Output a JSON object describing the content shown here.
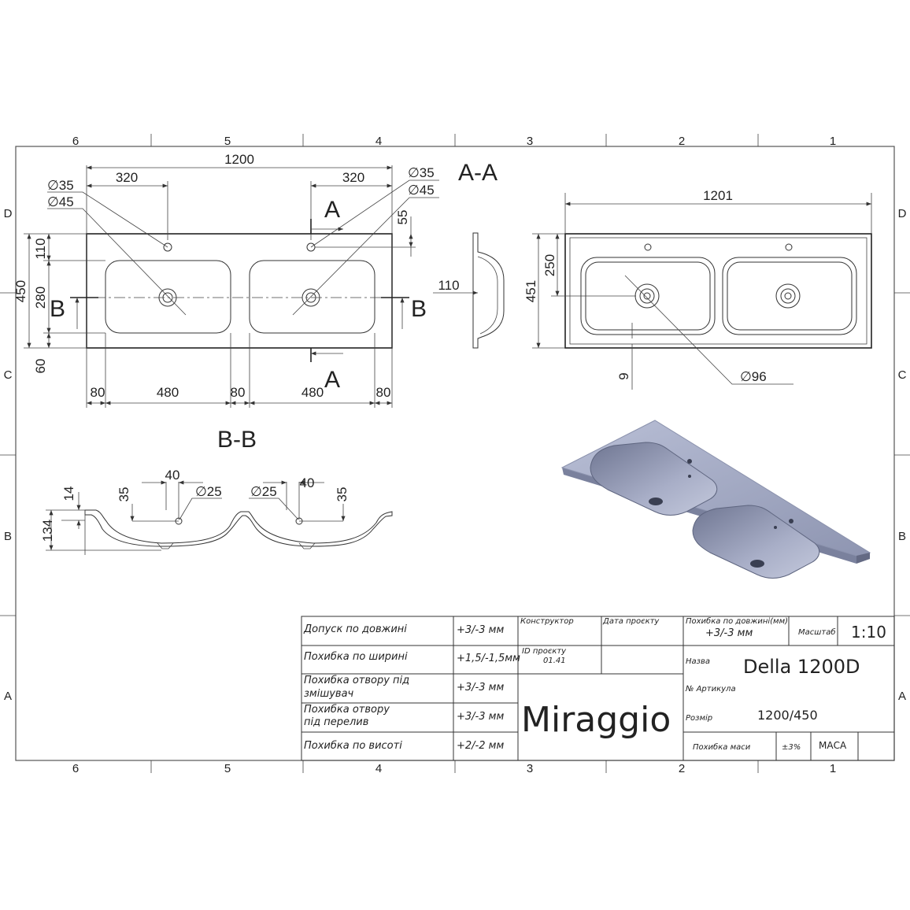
{
  "zones": {
    "columns": [
      "6",
      "5",
      "4",
      "3",
      "2",
      "1"
    ],
    "rows": [
      "D",
      "C",
      "B",
      "A"
    ]
  },
  "views": {
    "top": {
      "dimensions": {
        "overall_width": "1200",
        "left_offset": "320",
        "right_offset": "320",
        "hole_small_left": "∅35",
        "hole_large_left": "∅45",
        "hole_small_right": "∅35",
        "hole_large_right": "∅45",
        "overflow_offset": "55",
        "top_margin": "110",
        "depth": "450",
        "bowl_depth": "280",
        "bottom_margin": "60",
        "edge_left": "80",
        "bowl_left": "480",
        "middle": "80",
        "bowl_right": "480",
        "edge_right": "80"
      },
      "section_marks": {
        "aa_title": "A-A",
        "a_top": "A",
        "a_bottom": "A",
        "b_left": "B",
        "b_right": "B"
      }
    },
    "side": {
      "height": "110"
    },
    "bottom": {
      "width": "1201",
      "depth": "451",
      "bowl_offset": "250",
      "drain": "∅96",
      "rim": "9"
    },
    "section_bb": {
      "title": "B-B",
      "left_spacing": "40",
      "left_hole": "∅25",
      "right_hole": "∅25",
      "right_spacing": "40",
      "thickness": "14",
      "depth_left": "35",
      "depth_right": "35",
      "height": "134"
    }
  },
  "title_block": {
    "rows": [
      {
        "label": "Допуск по довжині",
        "value": "+3/-3 мм"
      },
      {
        "label": "Похибка по ширині",
        "value": "+1,5/-1,5мм"
      },
      {
        "label_1": "Похибка отвору під",
        "label_2": "змішувач",
        "value": "+3/-3 мм"
      },
      {
        "label_1": "Похибка отвору",
        "label_2": "під перелив",
        "value": "+3/-3 мм"
      },
      {
        "label": "Похибка по висоті",
        "value": "+2/-2 мм"
      }
    ],
    "designer_label": "Конструктор",
    "project_date_label": "Дата проєкту",
    "project_id_label": "ID проєкту",
    "project_id_value": "01.41",
    "brand": "Miraggio",
    "length_tol_label": "Похибка по довжині(мм)",
    "length_tol_value": "+3/-3 мм",
    "scale_label": "Масштаб",
    "scale_value": "1:10",
    "name_label": "Назва",
    "name_value": "Della 1200D",
    "article_label": "№ Артикула",
    "size_label": "Розмір",
    "size_value": "1200/450",
    "mass_tol_label": "Похибка маси",
    "mass_tol_value": "±3%",
    "mass_label": "МАСА"
  }
}
